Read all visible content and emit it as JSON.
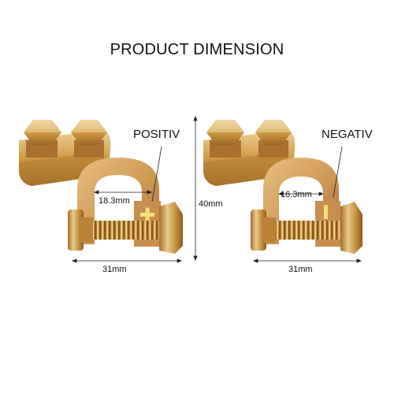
{
  "title": "PRODUCT DIMENSION",
  "positive": {
    "label": "POSITIV",
    "inner_width": "18.3mm",
    "width": "31mm"
  },
  "negative": {
    "label": "NEGATIV",
    "inner_width": "16.3mm",
    "width": "31mm"
  },
  "height": "40mm",
  "colors": {
    "brass_light": "#e6c48a",
    "brass_mid": "#c9953f",
    "brass_dark": "#8a5a1c",
    "thread": "#b8862f"
  }
}
